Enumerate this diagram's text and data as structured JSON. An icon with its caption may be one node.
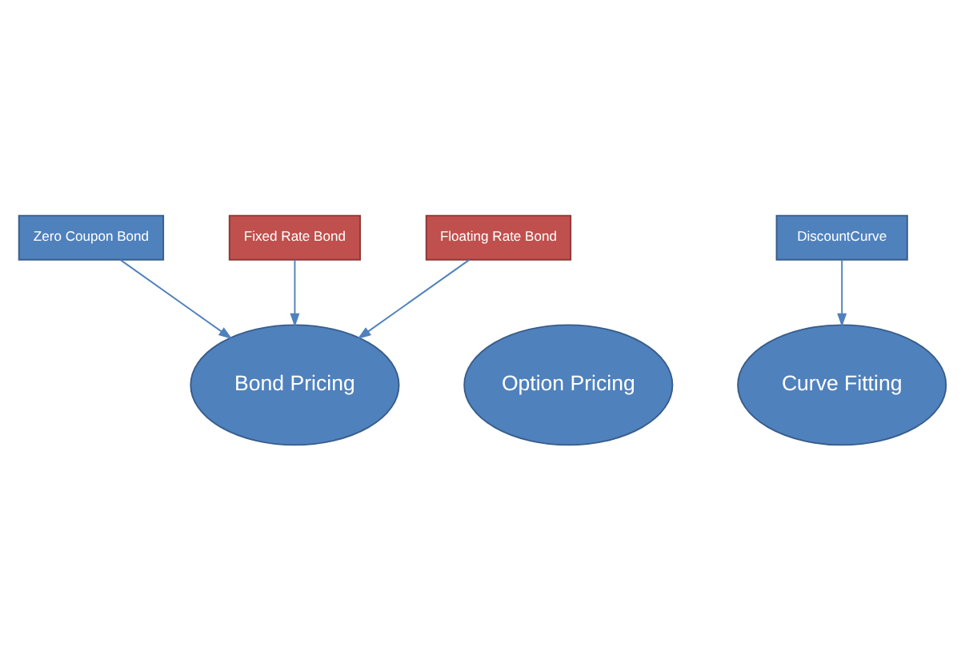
{
  "diagram": {
    "nodes": [
      {
        "text": [
          "Zero Coupon Bond"
        ]
      },
      {
        "text": [
          "Fixed Rate Bond"
        ]
      },
      {
        "text": [
          "Floating Rate Bond"
        ]
      },
      {
        "text": [
          "Bond Pricing"
        ]
      },
      {
        "text": [
          "Option Pricing"
        ]
      },
      {
        "text": [
          "Curve Fitting"
        ]
      },
      {
        "text": [
          "DiscountCurve"
        ]
      }
    ],
    "edges": [
      {
        "from": 0,
        "to": 3,
        "arrow": "to"
      },
      {
        "from": 1,
        "to": 3,
        "arrow": "to"
      },
      {
        "from": 2,
        "to": 3,
        "arrow": "to"
      },
      {
        "from": 6,
        "to": 5,
        "arrow": "to"
      }
    ]
  }
}
